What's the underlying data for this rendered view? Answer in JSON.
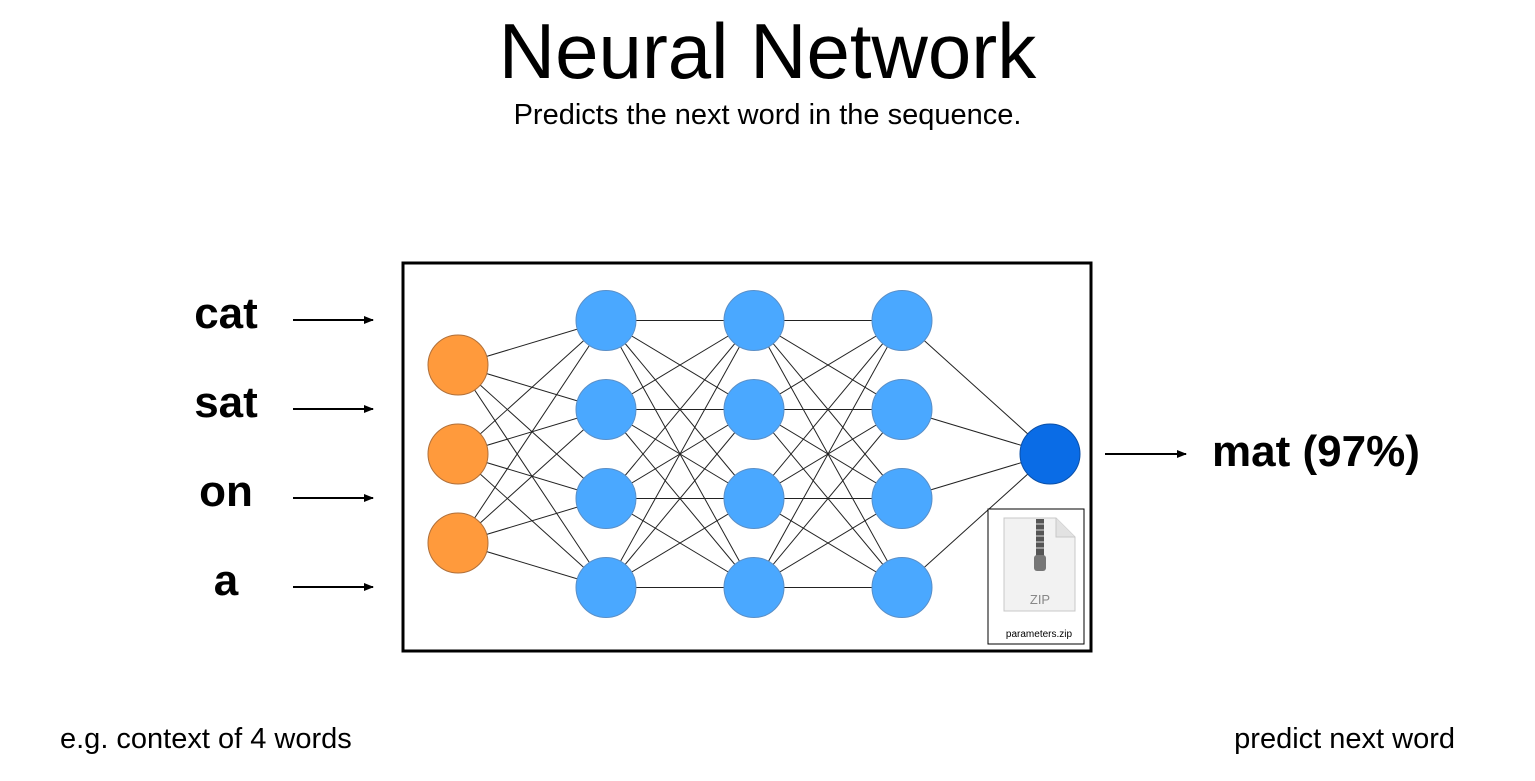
{
  "title": "Neural Network",
  "subtitle": "Predicts the next word in the sequence.",
  "inputs": [
    "cat",
    "sat",
    "on",
    "a"
  ],
  "output": "mat (97%)",
  "caption_left": "e.g. context of 4 words",
  "caption_right": "predict next word",
  "file": {
    "type_label": "ZIP",
    "filename": "parameters.zip",
    "icon": "zip-file-icon"
  },
  "network": {
    "layers": [
      3,
      4,
      4,
      4,
      1
    ],
    "colors": {
      "input": "#FF9A3C",
      "hidden": "#4AA8FF",
      "output": "#0A6CE6",
      "edge": "#222222"
    }
  }
}
